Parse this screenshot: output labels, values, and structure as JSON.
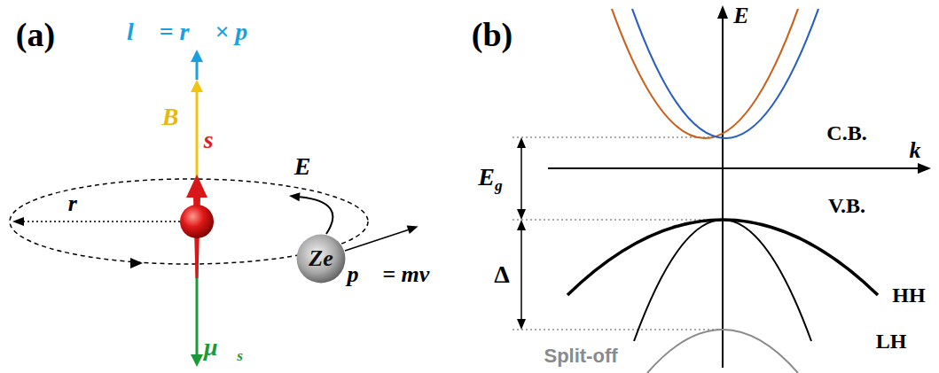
{
  "diagram": {
    "nodes": [
      {
        "text": [
          "Ze"
        ]
      }
    ],
    "labels": [
      "(a)",
      "l⃗ = r⃗ × p⃗",
      "B⃗",
      "s⃗",
      "E⃗",
      "r⃗",
      "p⃗ = mv⃗",
      "μ⃗s",
      "(b)",
      "E",
      "Eg",
      "C.B.",
      "k",
      "V.B.",
      "Δ",
      "HH",
      "LH",
      "Split-off"
    ]
  }
}
